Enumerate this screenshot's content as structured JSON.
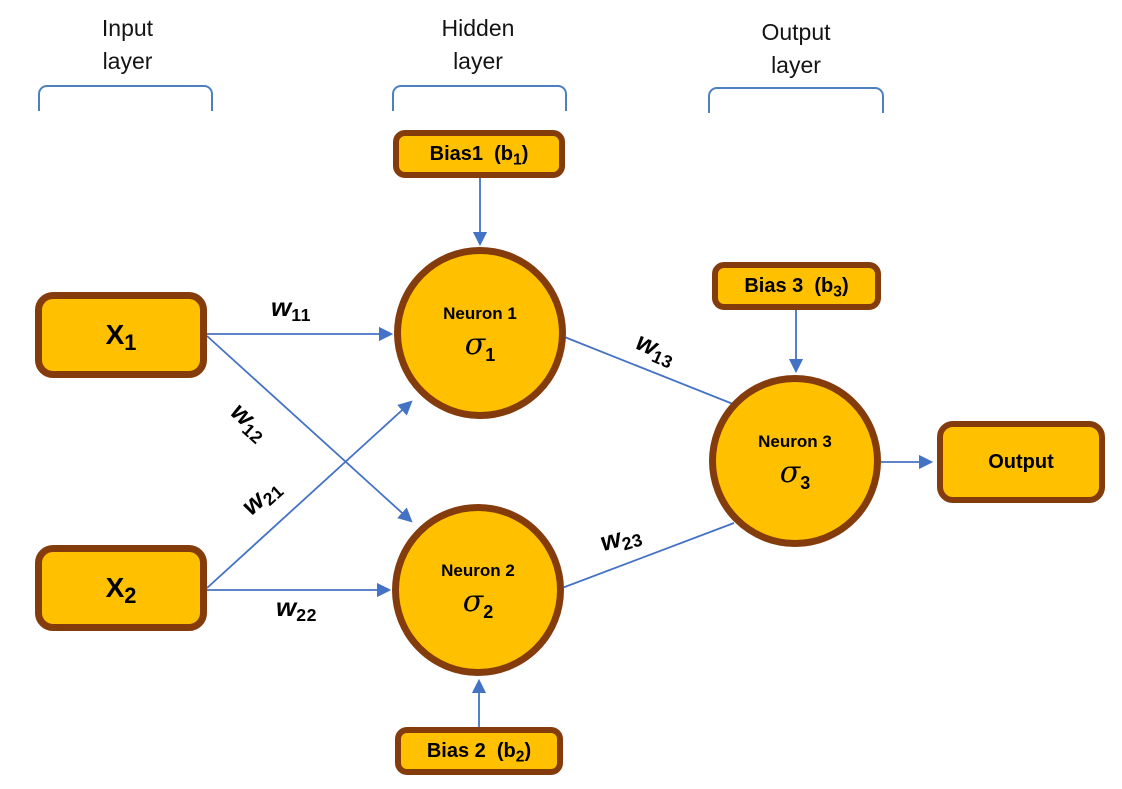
{
  "colors": {
    "node_fill": "#FFC000",
    "node_border": "#843C0C",
    "connector": "#4472C4",
    "bracket": "#4E7FC1",
    "text": "#000000"
  },
  "layers": {
    "input": {
      "line1": "Input",
      "line2": "layer"
    },
    "hidden": {
      "line1": "Hidden",
      "line2": "layer"
    },
    "output": {
      "line1": "Output",
      "line2": "layer"
    }
  },
  "nodes": {
    "x1": {
      "text": "X",
      "sub": "1"
    },
    "x2": {
      "text": "X",
      "sub": "2"
    },
    "bias1": {
      "text": "Bias1  (b",
      "sub": "1",
      "suffix": ")"
    },
    "bias2": {
      "text": "Bias 2  (b",
      "sub": "2",
      "suffix": ")"
    },
    "bias3": {
      "text": "Bias 3  (b",
      "sub": "3",
      "suffix": ")"
    },
    "neuron1": {
      "name": "Neuron 1",
      "sigma": "σ",
      "sub": "1"
    },
    "neuron2": {
      "name": "Neuron 2",
      "sigma": "σ",
      "sub": "2"
    },
    "neuron3": {
      "name": "Neuron 3",
      "sigma": "σ",
      "sub": "3"
    },
    "output": {
      "text": "Output"
    }
  },
  "weights": {
    "w11": {
      "text": "w",
      "sub": "11"
    },
    "w12": {
      "text": "w",
      "sub": "12"
    },
    "w21": {
      "text": "w",
      "sub": "21"
    },
    "w22": {
      "text": "w",
      "sub": "22"
    },
    "w13": {
      "text": "w",
      "sub": "13"
    },
    "w23": {
      "text": "w",
      "sub": "23"
    }
  }
}
